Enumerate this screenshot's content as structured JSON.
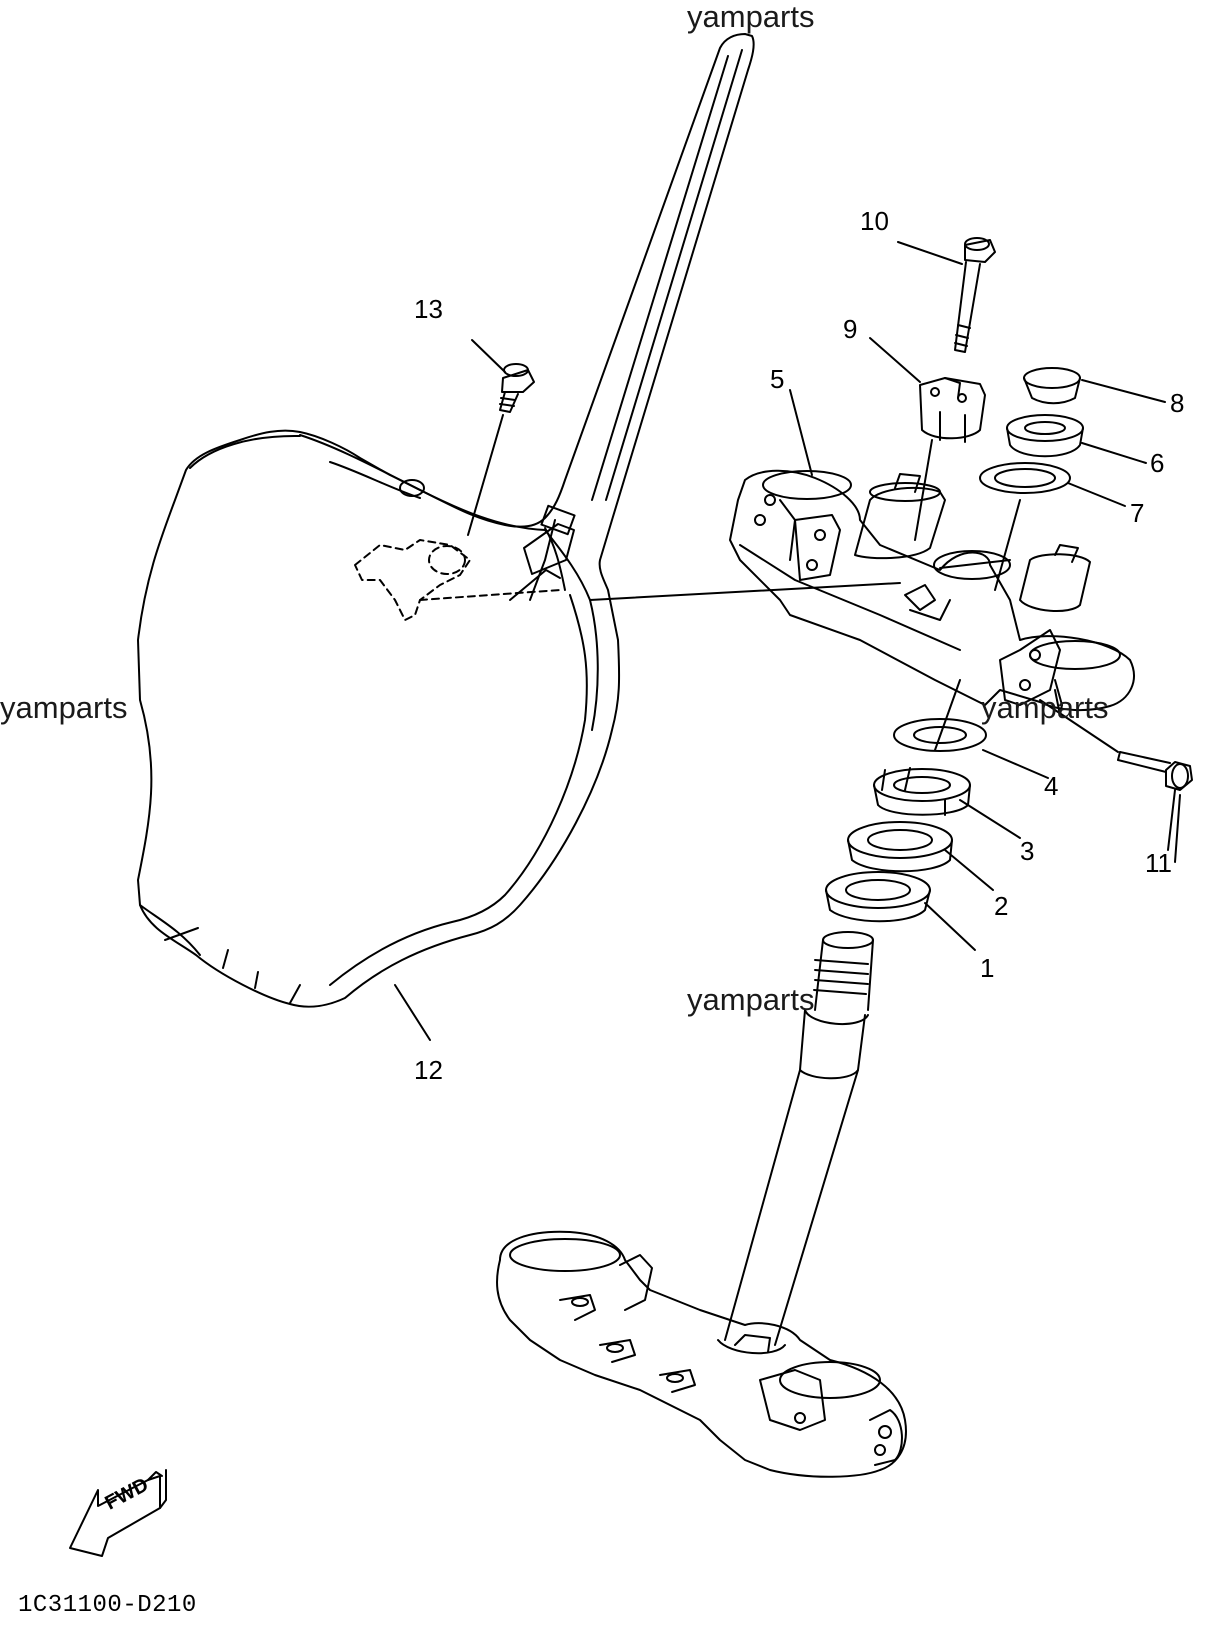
{
  "watermarks": [
    "yamparts",
    "yamparts",
    "yamparts",
    "yamparts"
  ],
  "callouts": {
    "p1": "1",
    "p2": "2",
    "p3": "3",
    "p4": "4",
    "p5": "5",
    "p6": "6",
    "p7": "7",
    "p8": "8",
    "p9": "9",
    "p10": "10",
    "p11": "11",
    "p12": "12",
    "p13": "13"
  },
  "fwd_label": "FWD",
  "diagram_code": "1C31100-D210"
}
